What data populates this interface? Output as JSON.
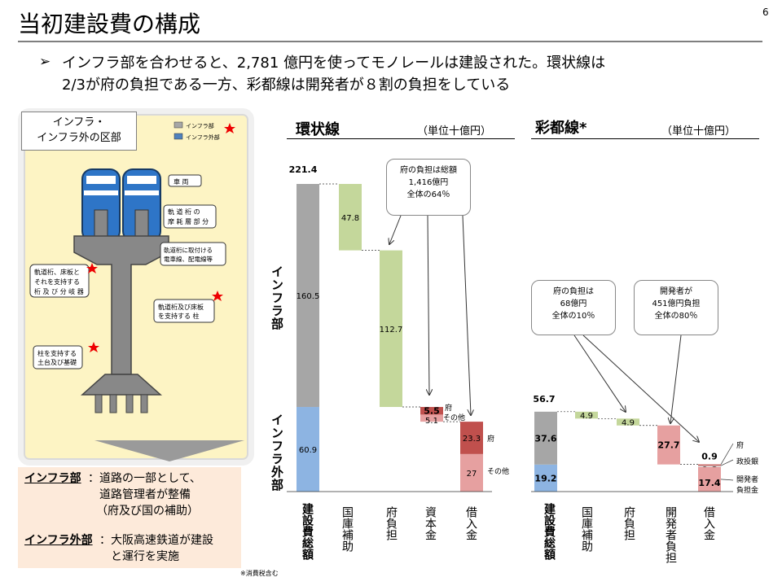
{
  "page": {
    "title": "当初建設費の構成",
    "page_number": "6"
  },
  "bullet": {
    "mark": "➢",
    "line1": "インフラ部を合わせると、2,781 億円を使ってモノレールは建設された。環状線は",
    "line2": "2/3が府の負担である一方、彩都線は開発者が８割の負担をしている"
  },
  "illustration": {
    "callout_line1": "インフラ・",
    "callout_line2": "インフラ外の区部",
    "legend": [
      "インフラ部",
      "インフラ外部"
    ],
    "labels": [
      "車 両",
      "軌 道 桁 の",
      "摩 耗 層 部 分",
      "軌道桁に取付ける",
      "電車線、配電線等",
      "軌道桁、床板と",
      "それを支持する",
      "桁 及 び 分 岐 器",
      "軌道桁及び床板",
      "を支持する 柱",
      "柱を支持する",
      "土台及び基礎"
    ]
  },
  "note": {
    "infra_term": "インフラ部",
    "infra_desc1": "：道路の一部として、",
    "infra_desc2": "道路管理者が整備",
    "infra_desc3": "（府及び国の補助）",
    "outer_term": "インフラ外部",
    "outer_desc1": "：大阪高速鉄道が建設",
    "outer_desc2": "と運行を実施"
  },
  "footnote": "※消費税含む",
  "panel_left": {
    "title": "環状線",
    "unit": "（単位十億円）",
    "side_upper": "インフラ部",
    "side_lower": "インフラ外部",
    "bubble": [
      "府の負担は総額",
      "1,416億円",
      "全体の64％"
    ],
    "categories": [
      "建設費総額",
      "国庫補助",
      "府負担",
      "資本金",
      "借入金"
    ],
    "small_labels": {
      "fu": "府",
      "sonota": "その他",
      "fu2": "府",
      "sonota2": "その他"
    }
  },
  "panel_right": {
    "title": "彩都線*",
    "unit": "（単位十億円）",
    "bubble_fu": [
      "府の負担は",
      "68億円",
      "全体の10％"
    ],
    "bubble_dev": [
      "開発者が",
      "451億円負担",
      "全体の80％"
    ],
    "categories": [
      "建設費総額",
      "国庫補助",
      "府負担",
      "開発者負担",
      "借入金"
    ],
    "side_labels": [
      "府",
      "政投銀",
      "開発者",
      "負担金"
    ]
  },
  "chart_data": [
    {
      "type": "bar",
      "title": "環状線",
      "unit": "十億円",
      "categories": [
        "建設費総額",
        "国庫補助",
        "府負担",
        "資本金",
        "借入金"
      ],
      "total": 221.4,
      "series": [
        {
          "name": "インフラ部",
          "values": [
            160.5,
            47.8,
            112.7,
            null,
            null
          ]
        },
        {
          "name": "インフラ外部",
          "values": [
            60.9,
            null,
            null,
            null,
            null
          ]
        },
        {
          "name": "府",
          "values": [
            null,
            null,
            null,
            5.5,
            23.3
          ]
        },
        {
          "name": "その他",
          "values": [
            null,
            null,
            null,
            5.1,
            27
          ]
        }
      ]
    },
    {
      "type": "bar",
      "title": "彩都線*",
      "unit": "十億円",
      "categories": [
        "建設費総額",
        "国庫補助",
        "府負担",
        "開発者負担",
        "借入金"
      ],
      "total": 56.7,
      "series": [
        {
          "name": "インフラ部",
          "values": [
            37.6,
            4.9,
            4.9,
            27.7,
            null
          ]
        },
        {
          "name": "インフラ外部",
          "values": [
            19.2,
            null,
            null,
            null,
            null
          ]
        },
        {
          "name": "府",
          "values": [
            null,
            null,
            null,
            null,
            0.9
          ]
        },
        {
          "name": "政投銀",
          "values": [
            null,
            null,
            null,
            null,
            0.8
          ]
        },
        {
          "name": "開発者負担金",
          "values": [
            null,
            null,
            null,
            null,
            17.4
          ]
        }
      ]
    }
  ],
  "colors": {
    "infra": "#a6a6a6",
    "outer": "#8db4e2",
    "green": "#c4d79b",
    "red": "#c0504d",
    "pink": "#e6a0a0"
  }
}
